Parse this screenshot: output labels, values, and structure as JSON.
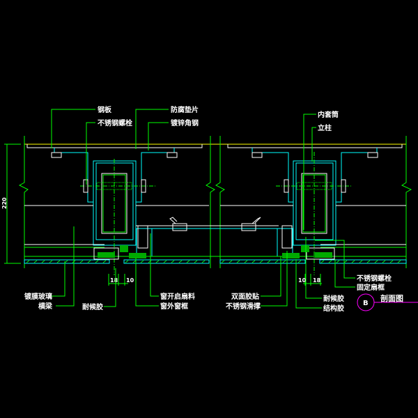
{
  "drawing": {
    "title": "剖面图",
    "section_mark": "B",
    "colors": {
      "background": "#000000",
      "leader": "#00ff00",
      "profile": "#00ffff",
      "outline": "#ffffff",
      "top_line": "#ffff00",
      "section": "#ff00ff"
    },
    "dimensions": {
      "height": "220",
      "left_gap_a": "18",
      "left_gap_b": "10",
      "right_gap_a": "10",
      "right_gap_b": "18"
    },
    "left_labels": {
      "steel_plate": "钢板",
      "stainless_bolt": "不锈钢螺栓",
      "anticorrosion_gasket": "防腐垫片",
      "galvanized_angle": "镀锌角钢",
      "coated_glass": "镀膜玻璃",
      "transom": "横梁",
      "weather_sealant": "耐候胶",
      "window_sash_profile": "窗开启扇料",
      "window_outer_frame": "窗外窗框"
    },
    "right_labels": {
      "inner_sleeve": "内套筒",
      "mullion": "立柱",
      "double_sided_tape": "双面胶贴",
      "stainless_friction_stay": "不锈钢滑撑",
      "weather_sealant": "耐候胶",
      "structural_sealant": "结构胶",
      "stainless_bolt": "不锈钢螺栓",
      "fixed_sash_frame": "固定扇框"
    }
  }
}
